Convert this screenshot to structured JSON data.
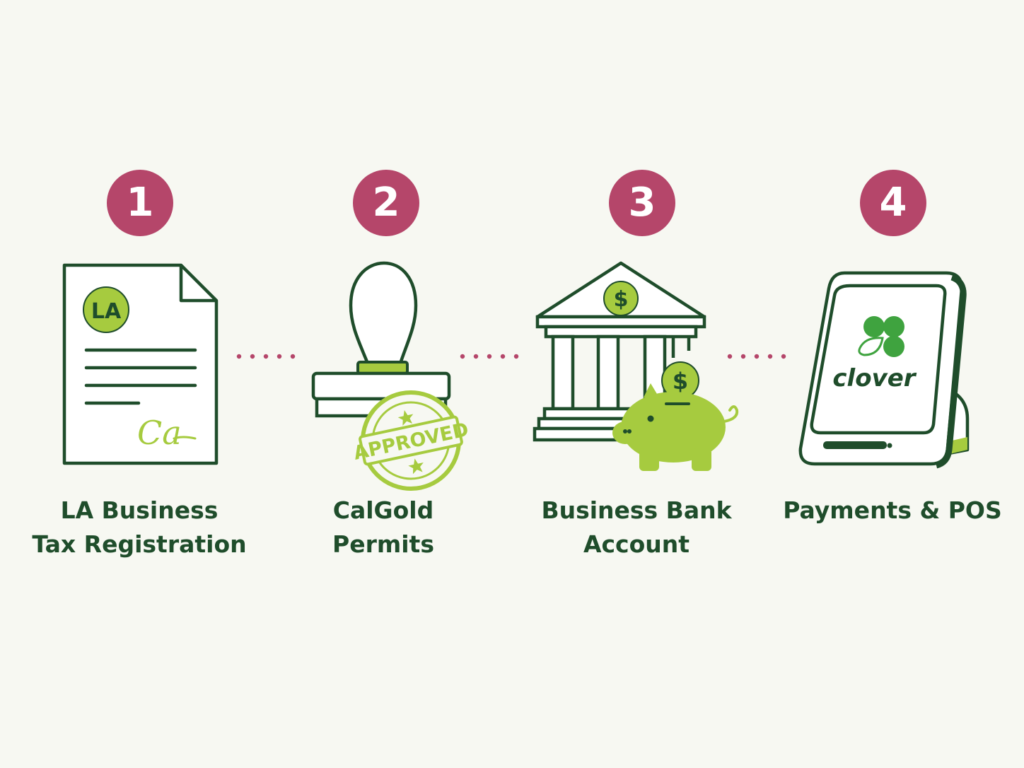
{
  "colors": {
    "badge": "#b5466a",
    "outline": "#1f4d2b",
    "accent": "#a6cb3f",
    "background": "#f7f8f2",
    "dots": "#b5466a"
  },
  "steps": [
    {
      "number": "1",
      "label_lines": [
        "LA Business",
        "Tax Registration"
      ],
      "icon": "document-icon",
      "icon_text": "LA",
      "signature": "Ca"
    },
    {
      "number": "2",
      "label_lines": [
        "CalGold",
        "Permits"
      ],
      "icon": "stamp-icon",
      "stamp_text": "APPROVED"
    },
    {
      "number": "3",
      "label_lines": [
        "Business Bank",
        "Account"
      ],
      "icon": "bank-icon",
      "currency_symbol": "$"
    },
    {
      "number": "4",
      "label_lines": [
        "Payments & POS"
      ],
      "icon": "pos-terminal-icon",
      "brand_text": "clover"
    }
  ]
}
